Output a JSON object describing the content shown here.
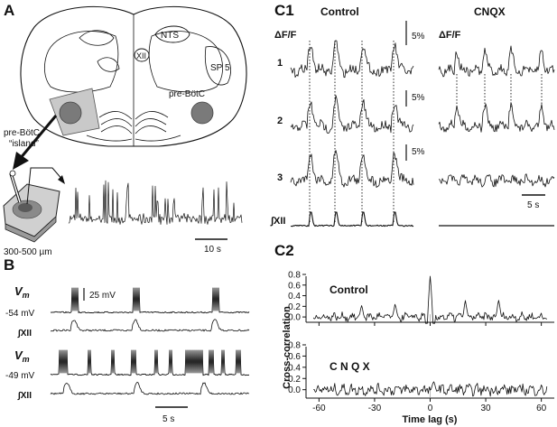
{
  "panel_a": {
    "label": "A",
    "brain_labels": {
      "nts": "NTS",
      "xii": "XII",
      "sp5": "SP 5",
      "prebotc": "pre-BötC"
    },
    "island_label_1": "pre-BötC",
    "island_label_2": "“island”",
    "slice_thickness": "300-500 µm",
    "scale_bar": "10 s"
  },
  "panel_b": {
    "label": "B",
    "vm_label": "V",
    "vm_sub": "m",
    "scale_mv": "25 mV",
    "trace1_vm": "-54 mV",
    "trace2_vm": "-49 mV",
    "xii_label": "∫XII",
    "scale_bar": "5 s"
  },
  "panel_c1": {
    "label": "C1",
    "title_control": "Control",
    "title_cnqx": "CNQX",
    "df_label": "ΔF/F",
    "scale_pct": "5%",
    "row_labels": [
      "1",
      "2",
      "3"
    ],
    "xii_label": "∫XII",
    "scale_bar": "5 s"
  },
  "panel_c2": {
    "label": "C2",
    "title_control": "Control",
    "title_cnqx": "C N Q X",
    "ylabel": "Cross-correlation",
    "xlabel": "Time lag (s)"
  },
  "chart_data": [
    {
      "type": "line",
      "title": "Control",
      "xlabel": "Time lag (s)",
      "ylabel": "Cross-correlation",
      "xlim": [
        -67,
        67
      ],
      "ylim": [
        -0.1,
        0.8
      ],
      "x_ticks": [
        -60,
        -30,
        0,
        30,
        60
      ],
      "y_ticks": [
        0.0,
        0.2,
        0.4,
        0.6,
        0.8
      ],
      "peaks": [
        {
          "x": 0,
          "y": 0.75
        },
        {
          "x": -19,
          "y": 0.22
        },
        {
          "x": 19,
          "y": 0.3
        },
        {
          "x": 37,
          "y": 0.32
        },
        {
          "x": -37,
          "y": 0.2
        }
      ]
    },
    {
      "type": "line",
      "title": "C N Q X",
      "xlabel": "Time lag (s)",
      "ylabel": "Cross-correlation",
      "xlim": [
        -67,
        67
      ],
      "ylim": [
        -0.15,
        0.8
      ],
      "x_ticks": [
        -60,
        -30,
        0,
        30,
        60
      ],
      "y_ticks": [
        0.0,
        0.2,
        0.4,
        0.6,
        0.8
      ],
      "peaks": [
        {
          "x": 2,
          "y": 0.12
        }
      ]
    }
  ]
}
